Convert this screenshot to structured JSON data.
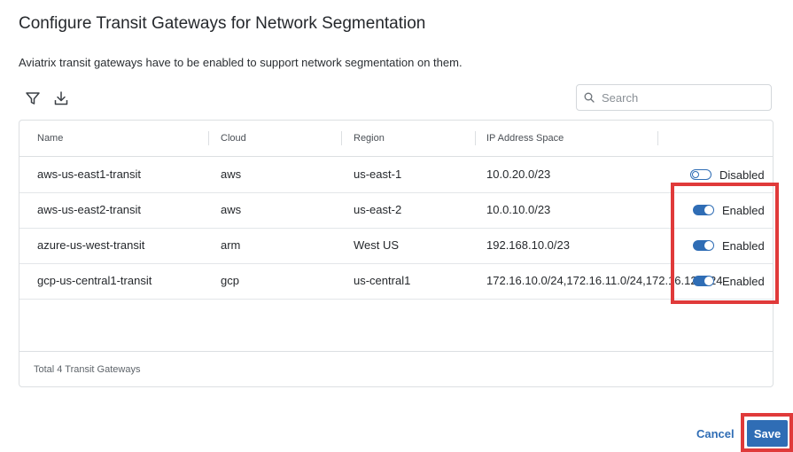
{
  "dialog": {
    "title": "Configure Transit Gateways for Network Segmentation",
    "subtitle": "Aviatrix transit gateways have to be enabled to support network segmentation on them."
  },
  "toolbar": {
    "filter_icon": "filter-icon",
    "download_icon": "download-icon",
    "search_icon": "search-icon",
    "search_placeholder": "Search"
  },
  "table": {
    "columns": [
      "Name",
      "Cloud",
      "Region",
      "IP Address Space"
    ],
    "rows": [
      {
        "name": "aws-us-east1-transit",
        "cloud": "aws",
        "region": "us-east-1",
        "ip": "10.0.20.0/23",
        "status": "Disabled",
        "enabled": false
      },
      {
        "name": "aws-us-east2-transit",
        "cloud": "aws",
        "region": "us-east-2",
        "ip": "10.0.10.0/23",
        "status": "Enabled",
        "enabled": true
      },
      {
        "name": "azure-us-west-transit",
        "cloud": "arm",
        "region": "West US",
        "ip": "192.168.10.0/23",
        "status": "Enabled",
        "enabled": true
      },
      {
        "name": "gcp-us-central1-transit",
        "cloud": "gcp",
        "region": "us-central1",
        "ip": "172.16.10.0/24,172.16.11.0/24,172.16.12.0/24",
        "status": "Enabled",
        "enabled": true
      }
    ],
    "footer": "Total 4 Transit Gateways"
  },
  "actions": {
    "cancel_label": "Cancel",
    "save_label": "Save"
  },
  "colors": {
    "accent": "#2f6db5",
    "highlight": "#e03a3a"
  }
}
